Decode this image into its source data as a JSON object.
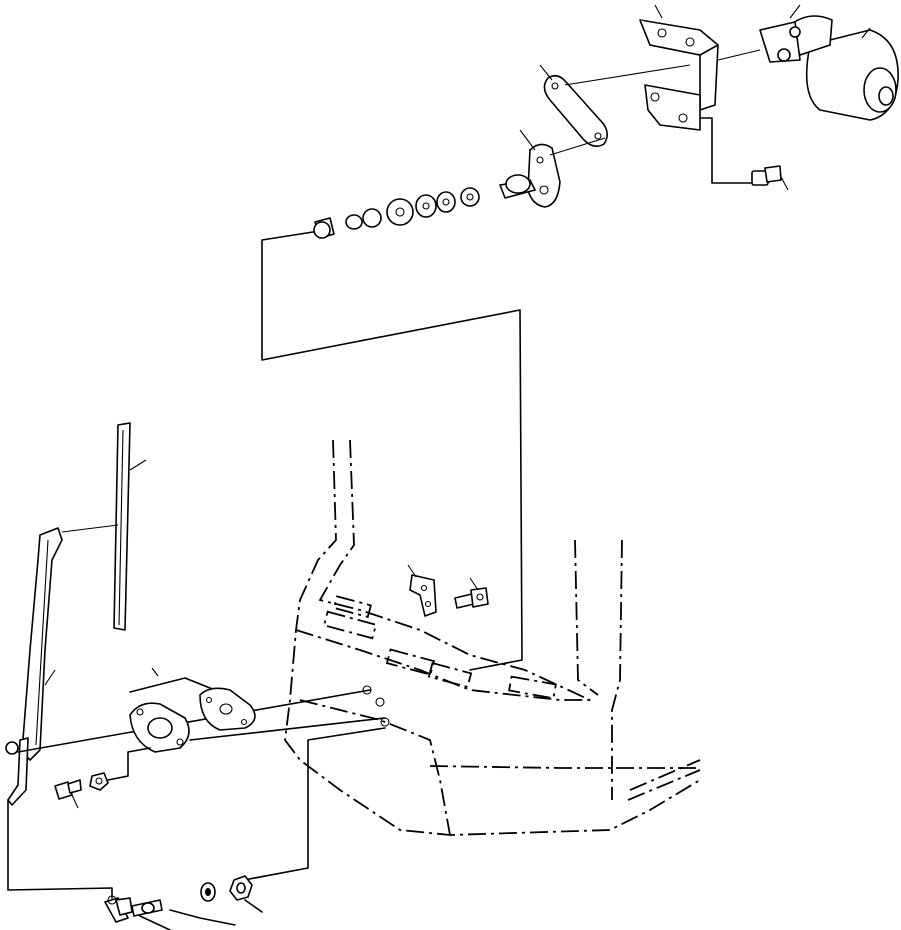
{
  "diagram": {
    "type": "exploded-parts-view",
    "line_color": "#000000",
    "background": "#ffffff",
    "parts": [
      "wiper-motor",
      "motor-bracket",
      "bracket-bolt",
      "link-arm",
      "crank-lever",
      "pivot-spacer-stack",
      "wiper-blade",
      "wiper-arm",
      "pivot-housing",
      "cover-plate",
      "screw",
      "nut",
      "washer-nozzle",
      "hose-joint",
      "washer",
      "hex-nut",
      "cab-roof-panel"
    ]
  }
}
